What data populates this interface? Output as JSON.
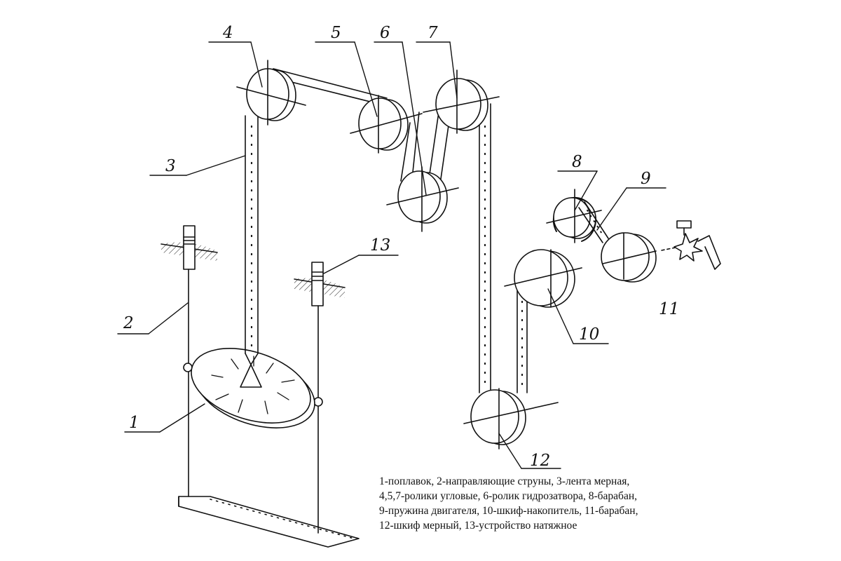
{
  "labels": {
    "n1": "1",
    "n2": "2",
    "n3": "3",
    "n4": "4",
    "n5": "5",
    "n6": "6",
    "n7": "7",
    "n8": "8",
    "n9": "9",
    "n10": "10",
    "n11": "11",
    "n12": "12",
    "n13": "13"
  },
  "legend": {
    "line1": "1-поплавок, 2-направляющие струны, 3-лента мерная,",
    "line2": "4,5,7-ролики угловые, 6-ролик гидрозатвора, 8-барабан,",
    "line3": "9-пружина двигателя, 10-шкиф-накопитель, 11-барабан,",
    "line4": "12-шкиф мерный, 13-устройство натяжное"
  }
}
